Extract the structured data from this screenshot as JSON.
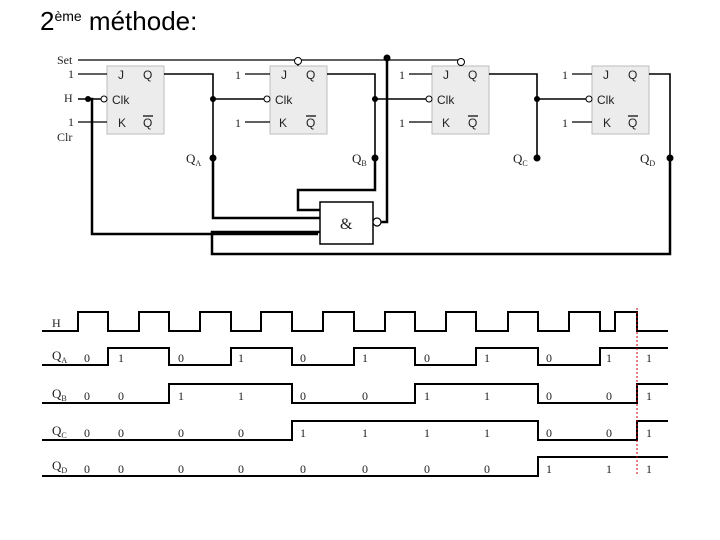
{
  "title": {
    "main": "2",
    "sup": "ème",
    "rest": " méthode:"
  },
  "circuit": {
    "left_labels": {
      "set": "Set",
      "j_one": "1",
      "clock": "H",
      "k_one": "1",
      "clear": "Clr"
    },
    "flipflop_pins": {
      "j": "J",
      "q": "Q",
      "clk": "Clk",
      "k": "K",
      "qbar": "Q"
    },
    "input_one": "1",
    "outputs": [
      {
        "main": "Q",
        "sub": "A"
      },
      {
        "main": "Q",
        "sub": "B"
      },
      {
        "main": "Q",
        "sub": "C"
      },
      {
        "main": "Q",
        "sub": "D"
      }
    ],
    "and_gate_symbol": "&"
  },
  "timing": {
    "clock_label": "H",
    "signals": [
      {
        "main": "Q",
        "sub": "A",
        "values": [
          "0",
          "1",
          "0",
          "1",
          "0",
          "1",
          "0",
          "1",
          "0",
          "1",
          "1"
        ]
      },
      {
        "main": "Q",
        "sub": "B",
        "values": [
          "0",
          "0",
          "1",
          "1",
          "0",
          "0",
          "1",
          "1",
          "0",
          "0",
          "1"
        ]
      },
      {
        "main": "Q",
        "sub": "C",
        "values": [
          "0",
          "0",
          "0",
          "0",
          "1",
          "1",
          "1",
          "1",
          "0",
          "0",
          "1"
        ]
      },
      {
        "main": "Q",
        "sub": "D",
        "values": [
          "0",
          "0",
          "0",
          "0",
          "0",
          "0",
          "0",
          "0",
          "1",
          "1",
          "1"
        ]
      }
    ],
    "marker_color": "#cc0000"
  }
}
